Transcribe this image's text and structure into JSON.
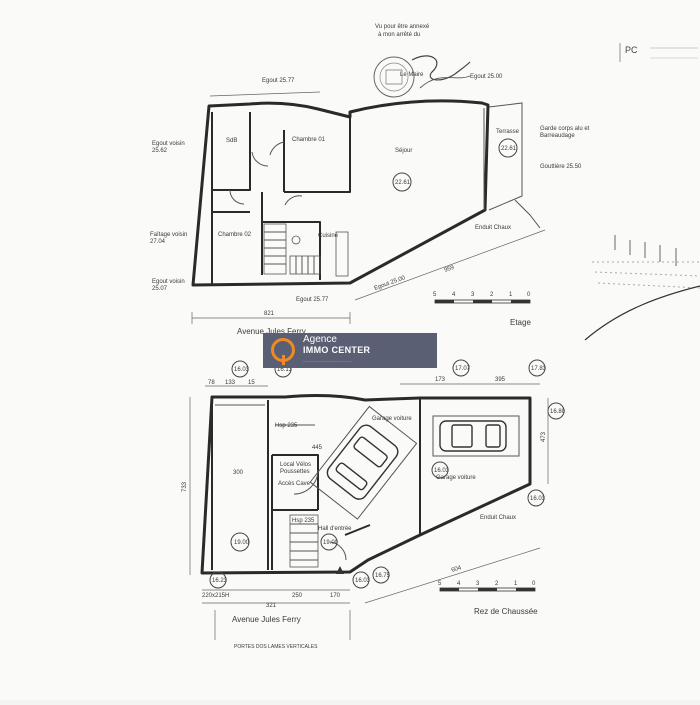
{
  "stamp": {
    "line1": "Vu pour être annexé",
    "line2": "à mon arrêté du",
    "signature": "Le Maire"
  },
  "pc_label": "PC",
  "logo": {
    "line1": "Agence",
    "line2": "IMMO CENTER",
    "tagline": "-----------------------------"
  },
  "etage": {
    "title": "Etage",
    "street": "Avenue Jules Ferry",
    "rooms": {
      "sdb": "SdB",
      "chambre1": "Chambre 01",
      "chambre2": "Chambre 02",
      "sejour": "Séjour",
      "terrasse": "Terrasse",
      "cuisine": "Cuisine"
    },
    "levels": {
      "sejour": "22.61",
      "terrasse": "22.61"
    },
    "notes": {
      "egout_top": "Egout 25.77",
      "egout_right": "Egout 25.00",
      "egout_voisin_1": "Egout voisin",
      "egout_voisin_1b": "25.62",
      "faitage_voisin": "Faîtage voisin",
      "faitage_voisin_b": "27.04",
      "egout_voisin_2": "Egout voisin",
      "egout_voisin_2b": "25.07",
      "garde_corps": "Garde corps alu et",
      "barreaudage": "Barreaudage",
      "gouttiere": "Gouttière 25.50",
      "enduit": "Enduit Chaux",
      "egout_bottom": "Egout 25.77",
      "egout_bottom_right": "Egout 25.00"
    },
    "dims": {
      "bottom": "821",
      "right": "959"
    },
    "scale": [
      "5",
      "4",
      "3",
      "2",
      "1",
      "0"
    ]
  },
  "rdc": {
    "title": "Rez de Chaussée",
    "street": "Avenue Jules Ferry",
    "note_bottom": "PORTES DOS LAMES VERTICALES",
    "rooms": {
      "hsp1": "Hsp 235",
      "garage1": "Garage voiture",
      "garage2": "Garage voiture",
      "local_velos": "Local Vélos",
      "poussettes": "Poussettes",
      "acces_cave": "Accès Cave",
      "hsp2": "Hsp 235",
      "hall": "Hall d'entrée",
      "enduit": "Enduit Chaux"
    },
    "levels": {
      "c1": "16.03",
      "c2": "16.13",
      "c3": "17.07",
      "c4": "17.83",
      "c5": "16.80",
      "c6": "16.03",
      "c7": "16.03",
      "c8": "19.00",
      "c9": "19.00",
      "c10": "16.23",
      "c11": "16.03",
      "c12": "16.75"
    },
    "dims": {
      "top_a": "78",
      "top_b": "133",
      "top_c": "15",
      "top_d": "173",
      "top_e": "395",
      "left": "733",
      "right": "473",
      "inner_300": "300",
      "inner_445": "445",
      "door": "220x215H",
      "b_250": "250",
      "b_170": "170",
      "b_total": "321",
      "b_bottom": "604"
    },
    "scale": [
      "5",
      "4",
      "3",
      "2",
      "1",
      "0"
    ]
  }
}
